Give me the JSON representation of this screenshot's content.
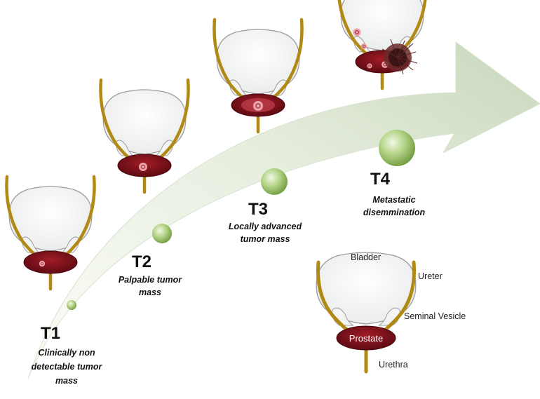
{
  "colors": {
    "arrow_light": "#f2f6ec",
    "arrow_dark": "#c3d4b8",
    "bubble": "#9cc26a",
    "tube": "#b08a14",
    "prostate": "#7d0f19",
    "tumor": "#e8a3a8"
  },
  "stages": [
    {
      "id": "T1",
      "label": "T1",
      "description": [
        "Clinically non",
        "detectable tumor",
        "mass"
      ]
    },
    {
      "id": "T2",
      "label": "T2",
      "description": [
        "Palpable tumor",
        "mass"
      ]
    },
    {
      "id": "T3",
      "label": "T3",
      "description": [
        "Locally advanced",
        "tumor mass"
      ]
    },
    {
      "id": "T4",
      "label": "T4",
      "description": [
        "Metastatic",
        "disemmination"
      ]
    }
  ],
  "anatomy_labels": {
    "bladder": "Bladder",
    "ureter": "Ureter",
    "seminal_vesicle": "Seminal Vesicle",
    "prostate": "Prostate",
    "urethra": "Urethra"
  }
}
